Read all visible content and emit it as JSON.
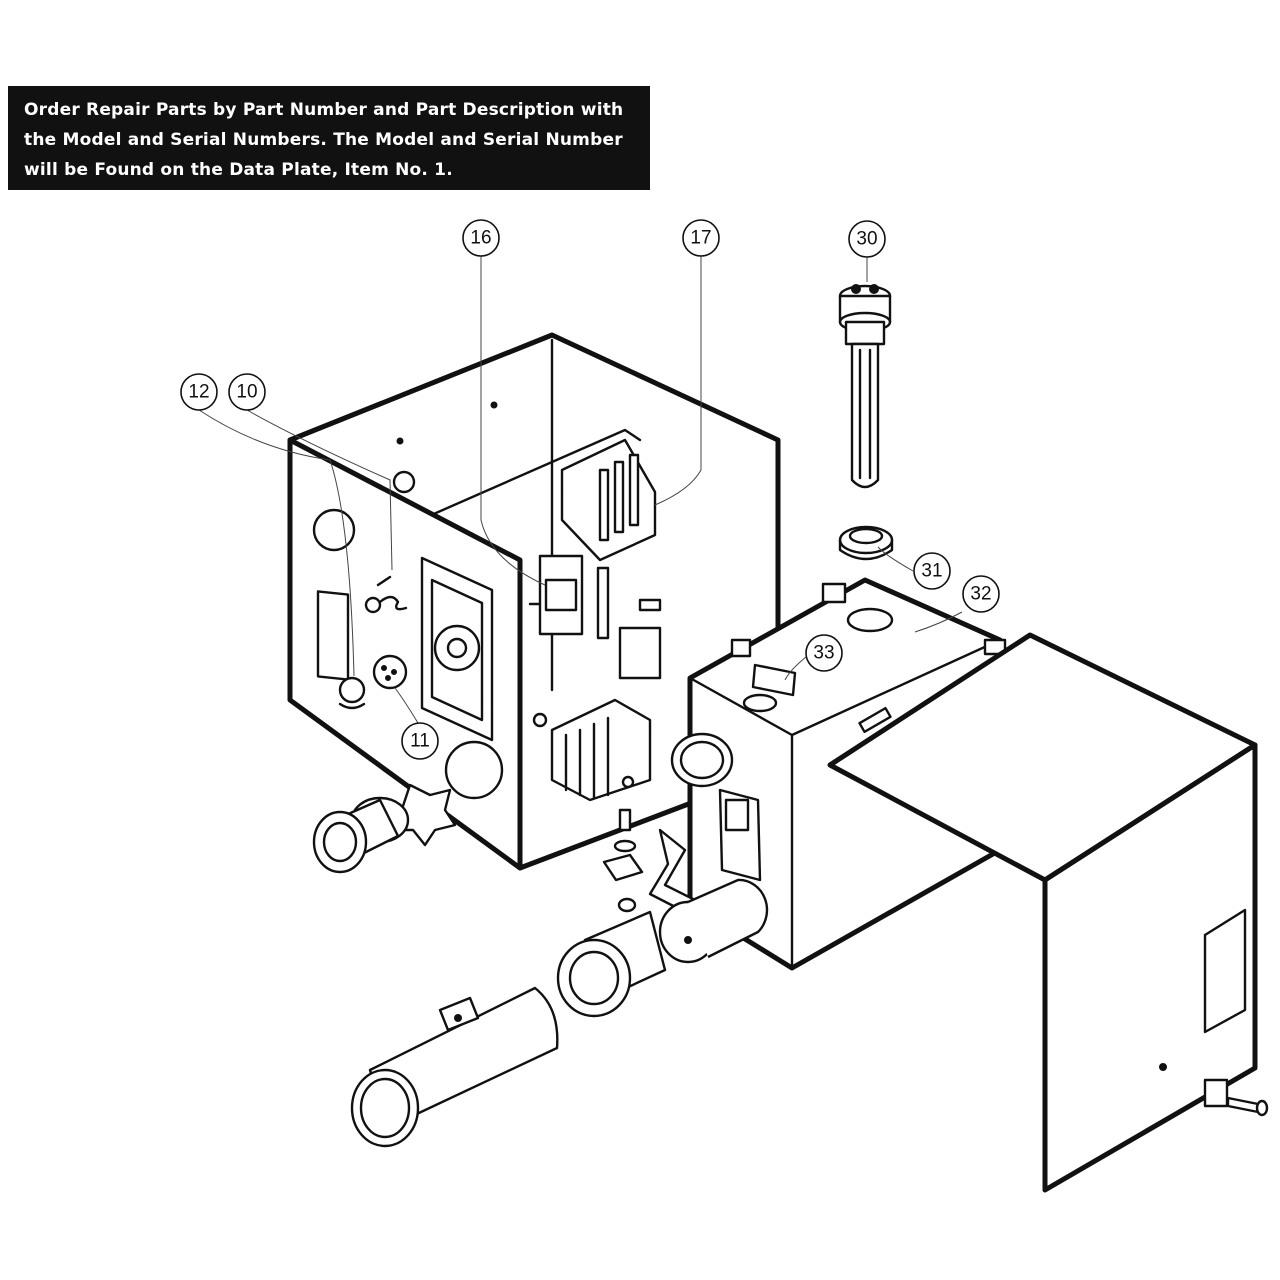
{
  "header": {
    "lines": [
      "Order Repair Parts by Part Number and Part Description with",
      "the Model and Serial Numbers. The Model and Serial Number",
      "will be Found on the Data Plate, Item No. 1."
    ]
  },
  "callouts": [
    {
      "label": "16"
    },
    {
      "label": "17"
    },
    {
      "label": "30"
    },
    {
      "label": "12"
    },
    {
      "label": "10"
    },
    {
      "label": "31"
    },
    {
      "label": "32"
    },
    {
      "label": "33"
    },
    {
      "label": "11"
    }
  ],
  "colors": {
    "ink": "#111111",
    "paper": "#ffffff",
    "banner": "#111111"
  }
}
